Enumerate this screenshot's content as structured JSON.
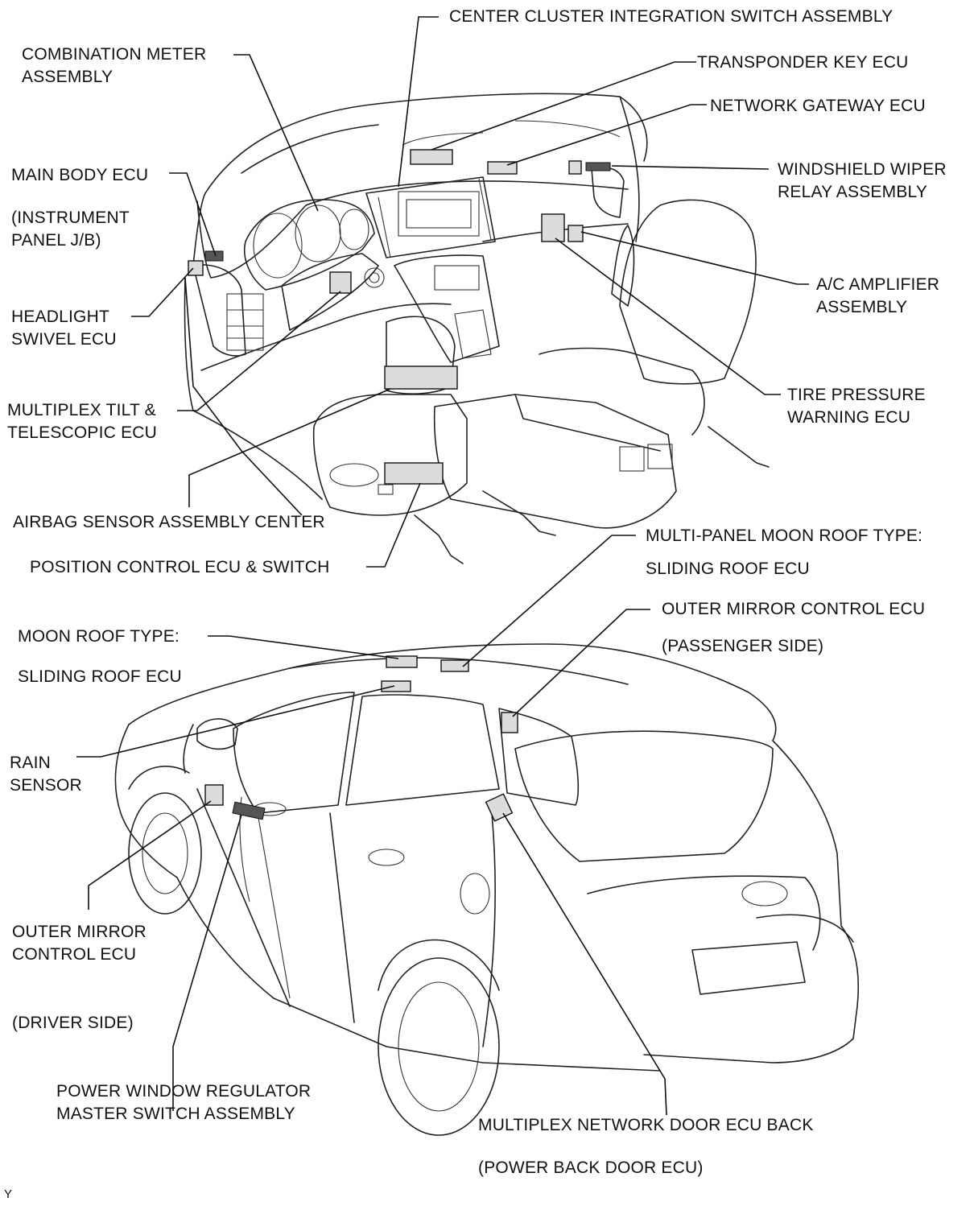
{
  "labels": {
    "center_cluster": "CENTER CLUSTER INTEGRATION SWITCH ASSEMBLY",
    "combination_meter_1": "COMBINATION METER",
    "combination_meter_2": "ASSEMBLY",
    "transponder_key": "TRANSPONDER KEY ECU",
    "network_gateway": "NETWORK GATEWAY ECU",
    "main_body_ecu": "MAIN BODY ECU",
    "instrument_panel_1": "(INSTRUMENT",
    "instrument_panel_2": "PANEL J/B)",
    "wiper_relay_1": "WINDSHIELD WIPER",
    "wiper_relay_2": "RELAY ASSEMBLY",
    "headlight_swivel_1": "HEADLIGHT",
    "headlight_swivel_2": "SWIVEL ECU",
    "ac_amplifier_1": "A/C AMPLIFIER",
    "ac_amplifier_2": "ASSEMBLY",
    "tire_pressure_1": "TIRE PRESSURE",
    "tire_pressure_2": "WARNING ECU",
    "tilt_telescopic_1": "MULTIPLEX TILT &",
    "tilt_telescopic_2": "TELESCOPIC ECU",
    "airbag_sensor": "AIRBAG SENSOR ASSEMBLY CENTER",
    "multi_panel_1": "MULTI-PANEL MOON ROOF TYPE:",
    "multi_panel_2": "SLIDING ROOF ECU",
    "position_control": "POSITION CONTROL ECU & SWITCH",
    "outer_mirror_pass_1": "OUTER MIRROR CONTROL ECU",
    "outer_mirror_pass_2": "(PASSENGER SIDE)",
    "moon_roof_1": "MOON ROOF TYPE:",
    "moon_roof_2": "SLIDING ROOF ECU",
    "rain_sensor_1": "RAIN",
    "rain_sensor_2": "SENSOR",
    "outer_mirror_drv_1": "OUTER MIRROR",
    "outer_mirror_drv_2": "CONTROL ECU",
    "outer_mirror_drv_3": "(DRIVER SIDE)",
    "power_window_1": "POWER WINDOW REGULATOR",
    "power_window_2": "MASTER SWITCH ASSEMBLY",
    "back_door_1": "MULTIPLEX NETWORK DOOR ECU BACK",
    "back_door_2": "(POWER BACK DOOR ECU)",
    "corner_mark": "Y"
  }
}
